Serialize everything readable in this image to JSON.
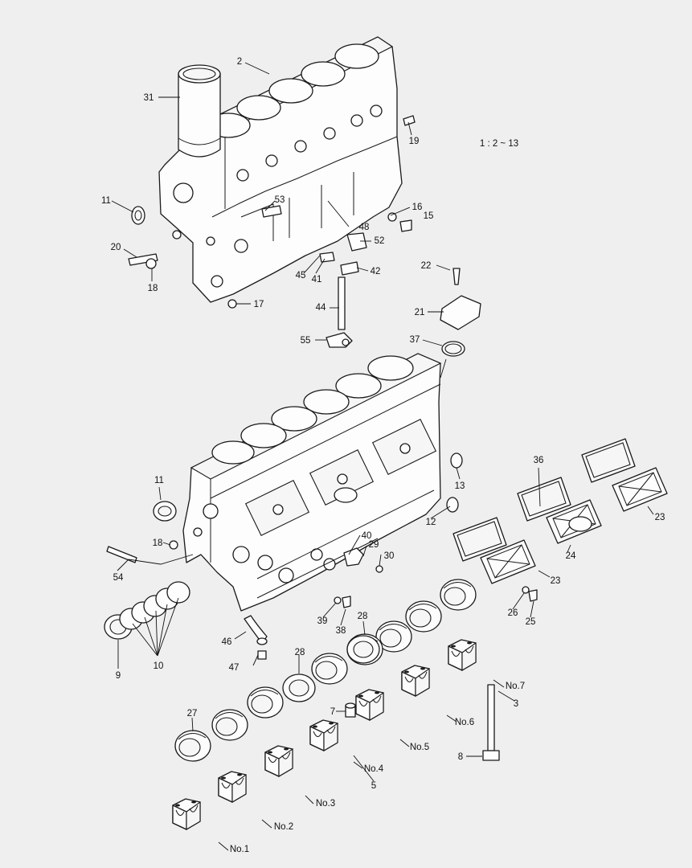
{
  "diagram": {
    "scale_note": "1 : 2 ~ 13",
    "callouts": [
      {
        "id": "c-2",
        "text": "2"
      },
      {
        "id": "c-31",
        "text": "31"
      },
      {
        "id": "c-19",
        "text": "19"
      },
      {
        "id": "c-11a",
        "text": "11"
      },
      {
        "id": "c-53",
        "text": "53"
      },
      {
        "id": "c-16",
        "text": "16"
      },
      {
        "id": "c-15",
        "text": "15"
      },
      {
        "id": "c-48",
        "text": "48"
      },
      {
        "id": "c-52",
        "text": "52"
      },
      {
        "id": "c-20",
        "text": "20"
      },
      {
        "id": "c-18a",
        "text": "18"
      },
      {
        "id": "c-45",
        "text": "45"
      },
      {
        "id": "c-41",
        "text": "41"
      },
      {
        "id": "c-42",
        "text": "42"
      },
      {
        "id": "c-22",
        "text": "22"
      },
      {
        "id": "c-17",
        "text": "17"
      },
      {
        "id": "c-44",
        "text": "44"
      },
      {
        "id": "c-21",
        "text": "21"
      },
      {
        "id": "c-55",
        "text": "55"
      },
      {
        "id": "c-37",
        "text": "37"
      },
      {
        "id": "c-36",
        "text": "36"
      },
      {
        "id": "c-13",
        "text": "13"
      },
      {
        "id": "c-11b",
        "text": "11"
      },
      {
        "id": "c-23a",
        "text": "23"
      },
      {
        "id": "c-12",
        "text": "12"
      },
      {
        "id": "c-18b",
        "text": "18"
      },
      {
        "id": "c-40",
        "text": "40"
      },
      {
        "id": "c-29",
        "text": "29"
      },
      {
        "id": "c-24",
        "text": "24"
      },
      {
        "id": "c-54",
        "text": "54"
      },
      {
        "id": "c-30",
        "text": "30"
      },
      {
        "id": "c-23b",
        "text": "23"
      },
      {
        "id": "c-26",
        "text": "26"
      },
      {
        "id": "c-25",
        "text": "25"
      },
      {
        "id": "c-39",
        "text": "39"
      },
      {
        "id": "c-38",
        "text": "38"
      },
      {
        "id": "c-28a",
        "text": "28"
      },
      {
        "id": "c-46",
        "text": "46"
      },
      {
        "id": "c-28b",
        "text": "28"
      },
      {
        "id": "c-9",
        "text": "9"
      },
      {
        "id": "c-10",
        "text": "10"
      },
      {
        "id": "c-47",
        "text": "47"
      },
      {
        "id": "c-no7",
        "text": "No.7"
      },
      {
        "id": "c-3",
        "text": "3"
      },
      {
        "id": "c-27",
        "text": "27"
      },
      {
        "id": "c-7",
        "text": "7"
      },
      {
        "id": "c-no6",
        "text": "No.6"
      },
      {
        "id": "c-no5",
        "text": "No.5"
      },
      {
        "id": "c-8",
        "text": "8"
      },
      {
        "id": "c-no4",
        "text": "No.4"
      },
      {
        "id": "c-5",
        "text": "5"
      },
      {
        "id": "c-no3",
        "text": "No.3"
      },
      {
        "id": "c-no2",
        "text": "No.2"
      },
      {
        "id": "c-no1",
        "text": "No.1"
      }
    ]
  }
}
